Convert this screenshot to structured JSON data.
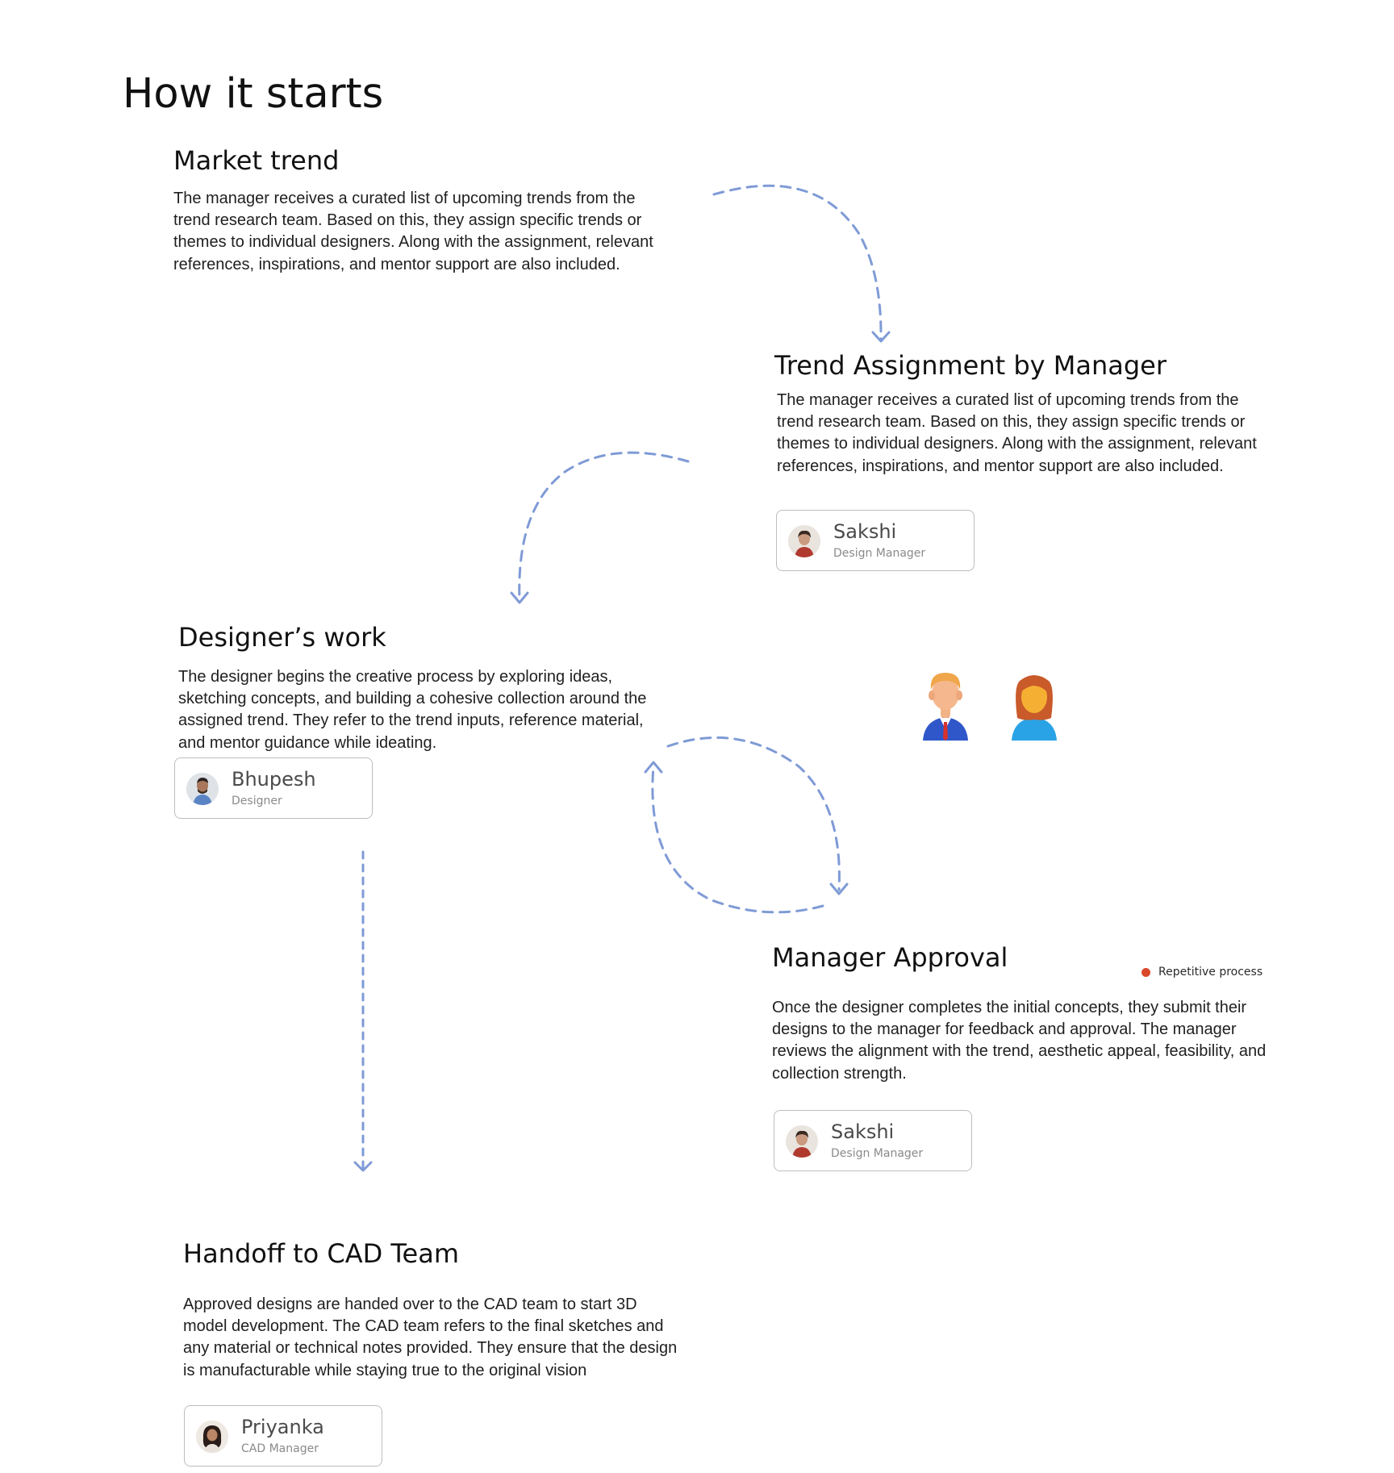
{
  "page": {
    "title": "How it starts"
  },
  "sections": {
    "market_trend": {
      "heading": "Market trend",
      "body": "The manager receives a curated list of upcoming trends from the trend research team. Based on this, they assign specific trends or themes to individual designers. Along with the assignment, relevant references, inspirations, and mentor support are also included."
    },
    "trend_assignment": {
      "heading": "Trend Assignment by Manager",
      "body": "The manager receives a curated list of upcoming trends from the trend research team. Based on this, they assign specific trends or themes to individual designers. Along with the assignment, relevant references, inspirations, and mentor support are also included.",
      "person": {
        "name": "Sakshi",
        "role": "Design Manager"
      }
    },
    "designers_work": {
      "heading": "Designer’s work",
      "body": "The designer begins the creative process by exploring ideas, sketching concepts, and building a cohesive collection around the assigned trend. They refer to the trend inputs, reference material, and mentor guidance while ideating.",
      "person": {
        "name": "Bhupesh",
        "role": "Designer"
      }
    },
    "manager_approval": {
      "heading": "Manager Approval",
      "body": "Once the designer completes the initial concepts, they submit their designs to the manager for feedback and approval. The manager reviews the alignment with the trend, aesthetic appeal, feasibility, and collection strength.",
      "person": {
        "name": "Sakshi",
        "role": "Design Manager"
      }
    },
    "handoff_cad": {
      "heading": "Handoff to CAD Team",
      "body": "Approved designs are handed over to the CAD team to start 3D model development. The CAD team refers to the final sketches and any material or technical notes provided. They ensure that the design is manufacturable while staying true to the original vision",
      "person": {
        "name": "Priyanka",
        "role": "CAD Manager"
      }
    }
  },
  "legend": {
    "label": "Repetitive process",
    "color": "#d9482b"
  },
  "colors": {
    "arrow": "#7f9bd6",
    "text": "#1a1a1a"
  },
  "icons": [
    "man-user-icon",
    "woman-user-icon",
    "dashed-arrow-icon"
  ]
}
